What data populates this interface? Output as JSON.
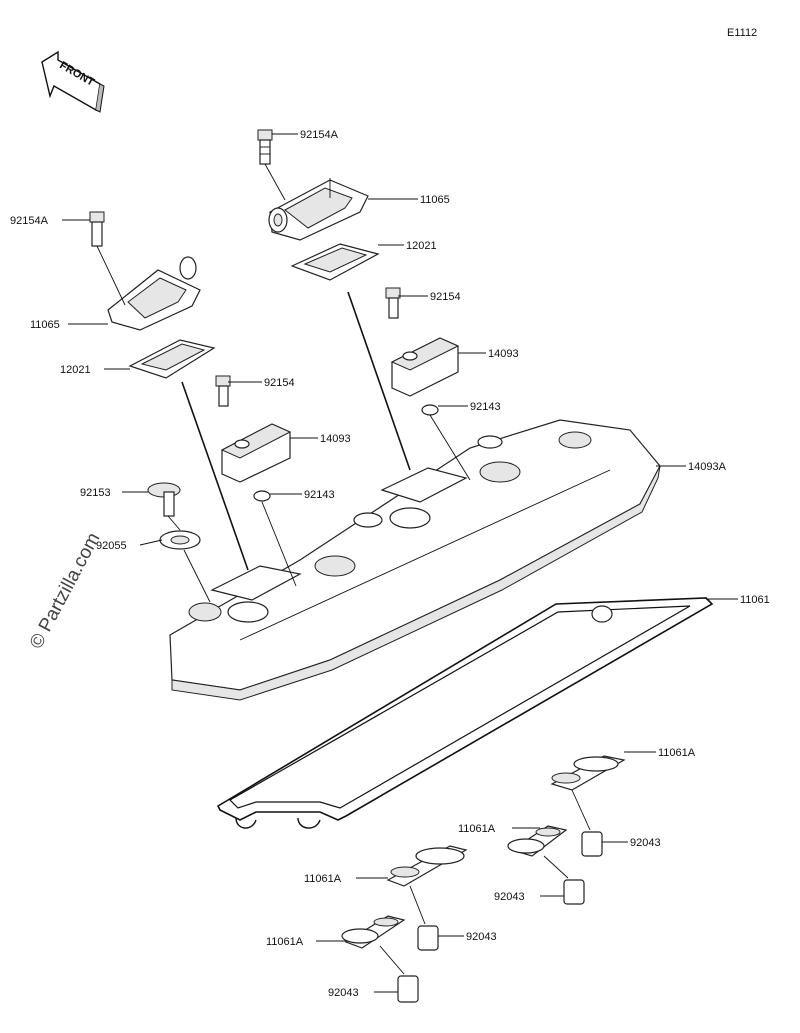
{
  "diagram": {
    "code": "E1112",
    "front_label": "FRONT",
    "watermark": "© Partzilla.com",
    "callouts": [
      {
        "id": "c1",
        "text": "92154A"
      },
      {
        "id": "c2",
        "text": "11065"
      },
      {
        "id": "c3",
        "text": "92154A"
      },
      {
        "id": "c4",
        "text": "12021"
      },
      {
        "id": "c5",
        "text": "11065"
      },
      {
        "id": "c6",
        "text": "92154"
      },
      {
        "id": "c7",
        "text": "14093"
      },
      {
        "id": "c8",
        "text": "12021"
      },
      {
        "id": "c9",
        "text": "92154"
      },
      {
        "id": "c10",
        "text": "92143"
      },
      {
        "id": "c11",
        "text": "14093"
      },
      {
        "id": "c12",
        "text": "14093A"
      },
      {
        "id": "c13",
        "text": "92153"
      },
      {
        "id": "c14",
        "text": "92143"
      },
      {
        "id": "c15",
        "text": "92055"
      },
      {
        "id": "c16",
        "text": "11061"
      },
      {
        "id": "c17",
        "text": "11061A"
      },
      {
        "id": "c18",
        "text": "11061A"
      },
      {
        "id": "c19",
        "text": "92043"
      },
      {
        "id": "c20",
        "text": "11061A"
      },
      {
        "id": "c21",
        "text": "92043"
      },
      {
        "id": "c22",
        "text": "92043"
      },
      {
        "id": "c23",
        "text": "11061A"
      },
      {
        "id": "c24",
        "text": "92043"
      }
    ]
  }
}
